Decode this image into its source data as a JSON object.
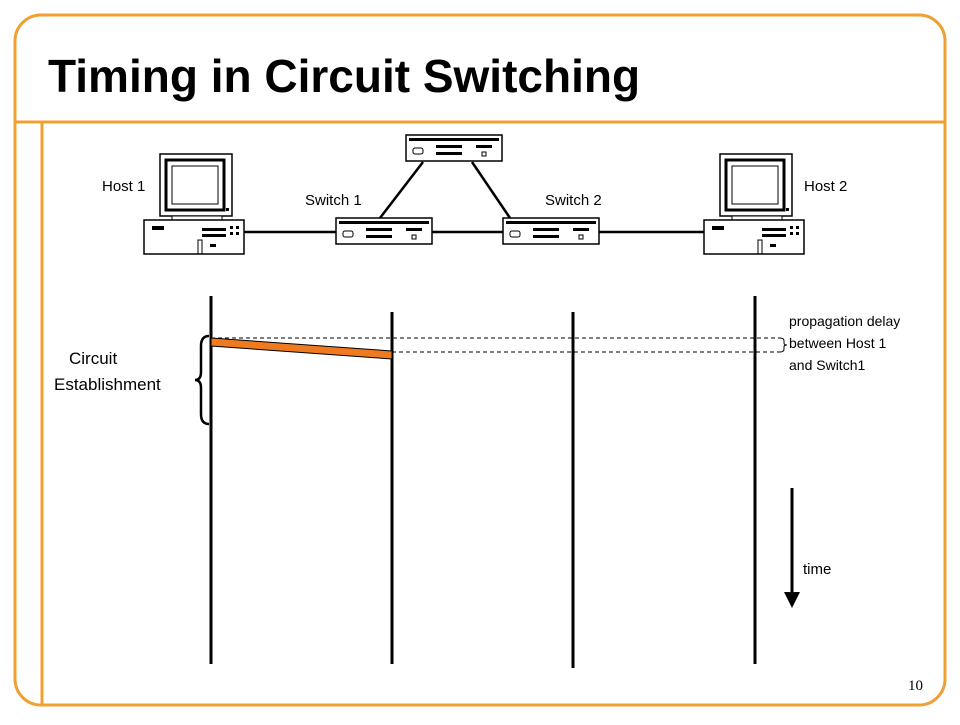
{
  "slide": {
    "title": "Timing in Circuit Switching",
    "page_number": "10"
  },
  "network": {
    "host1_label": "Host 1",
    "host2_label": "Host 2",
    "switch1_label": "Switch 1",
    "switch2_label": "Switch 2"
  },
  "timing": {
    "phase_label_line1": "Circuit",
    "phase_label_line2": "Establishment",
    "annotation_line1": "propagation delay",
    "annotation_line2": "between Host 1",
    "annotation_line3": "and Switch1",
    "time_label": "time"
  },
  "colors": {
    "frame": "#f0a030",
    "signal": "#f07a20",
    "text": "#000000"
  }
}
